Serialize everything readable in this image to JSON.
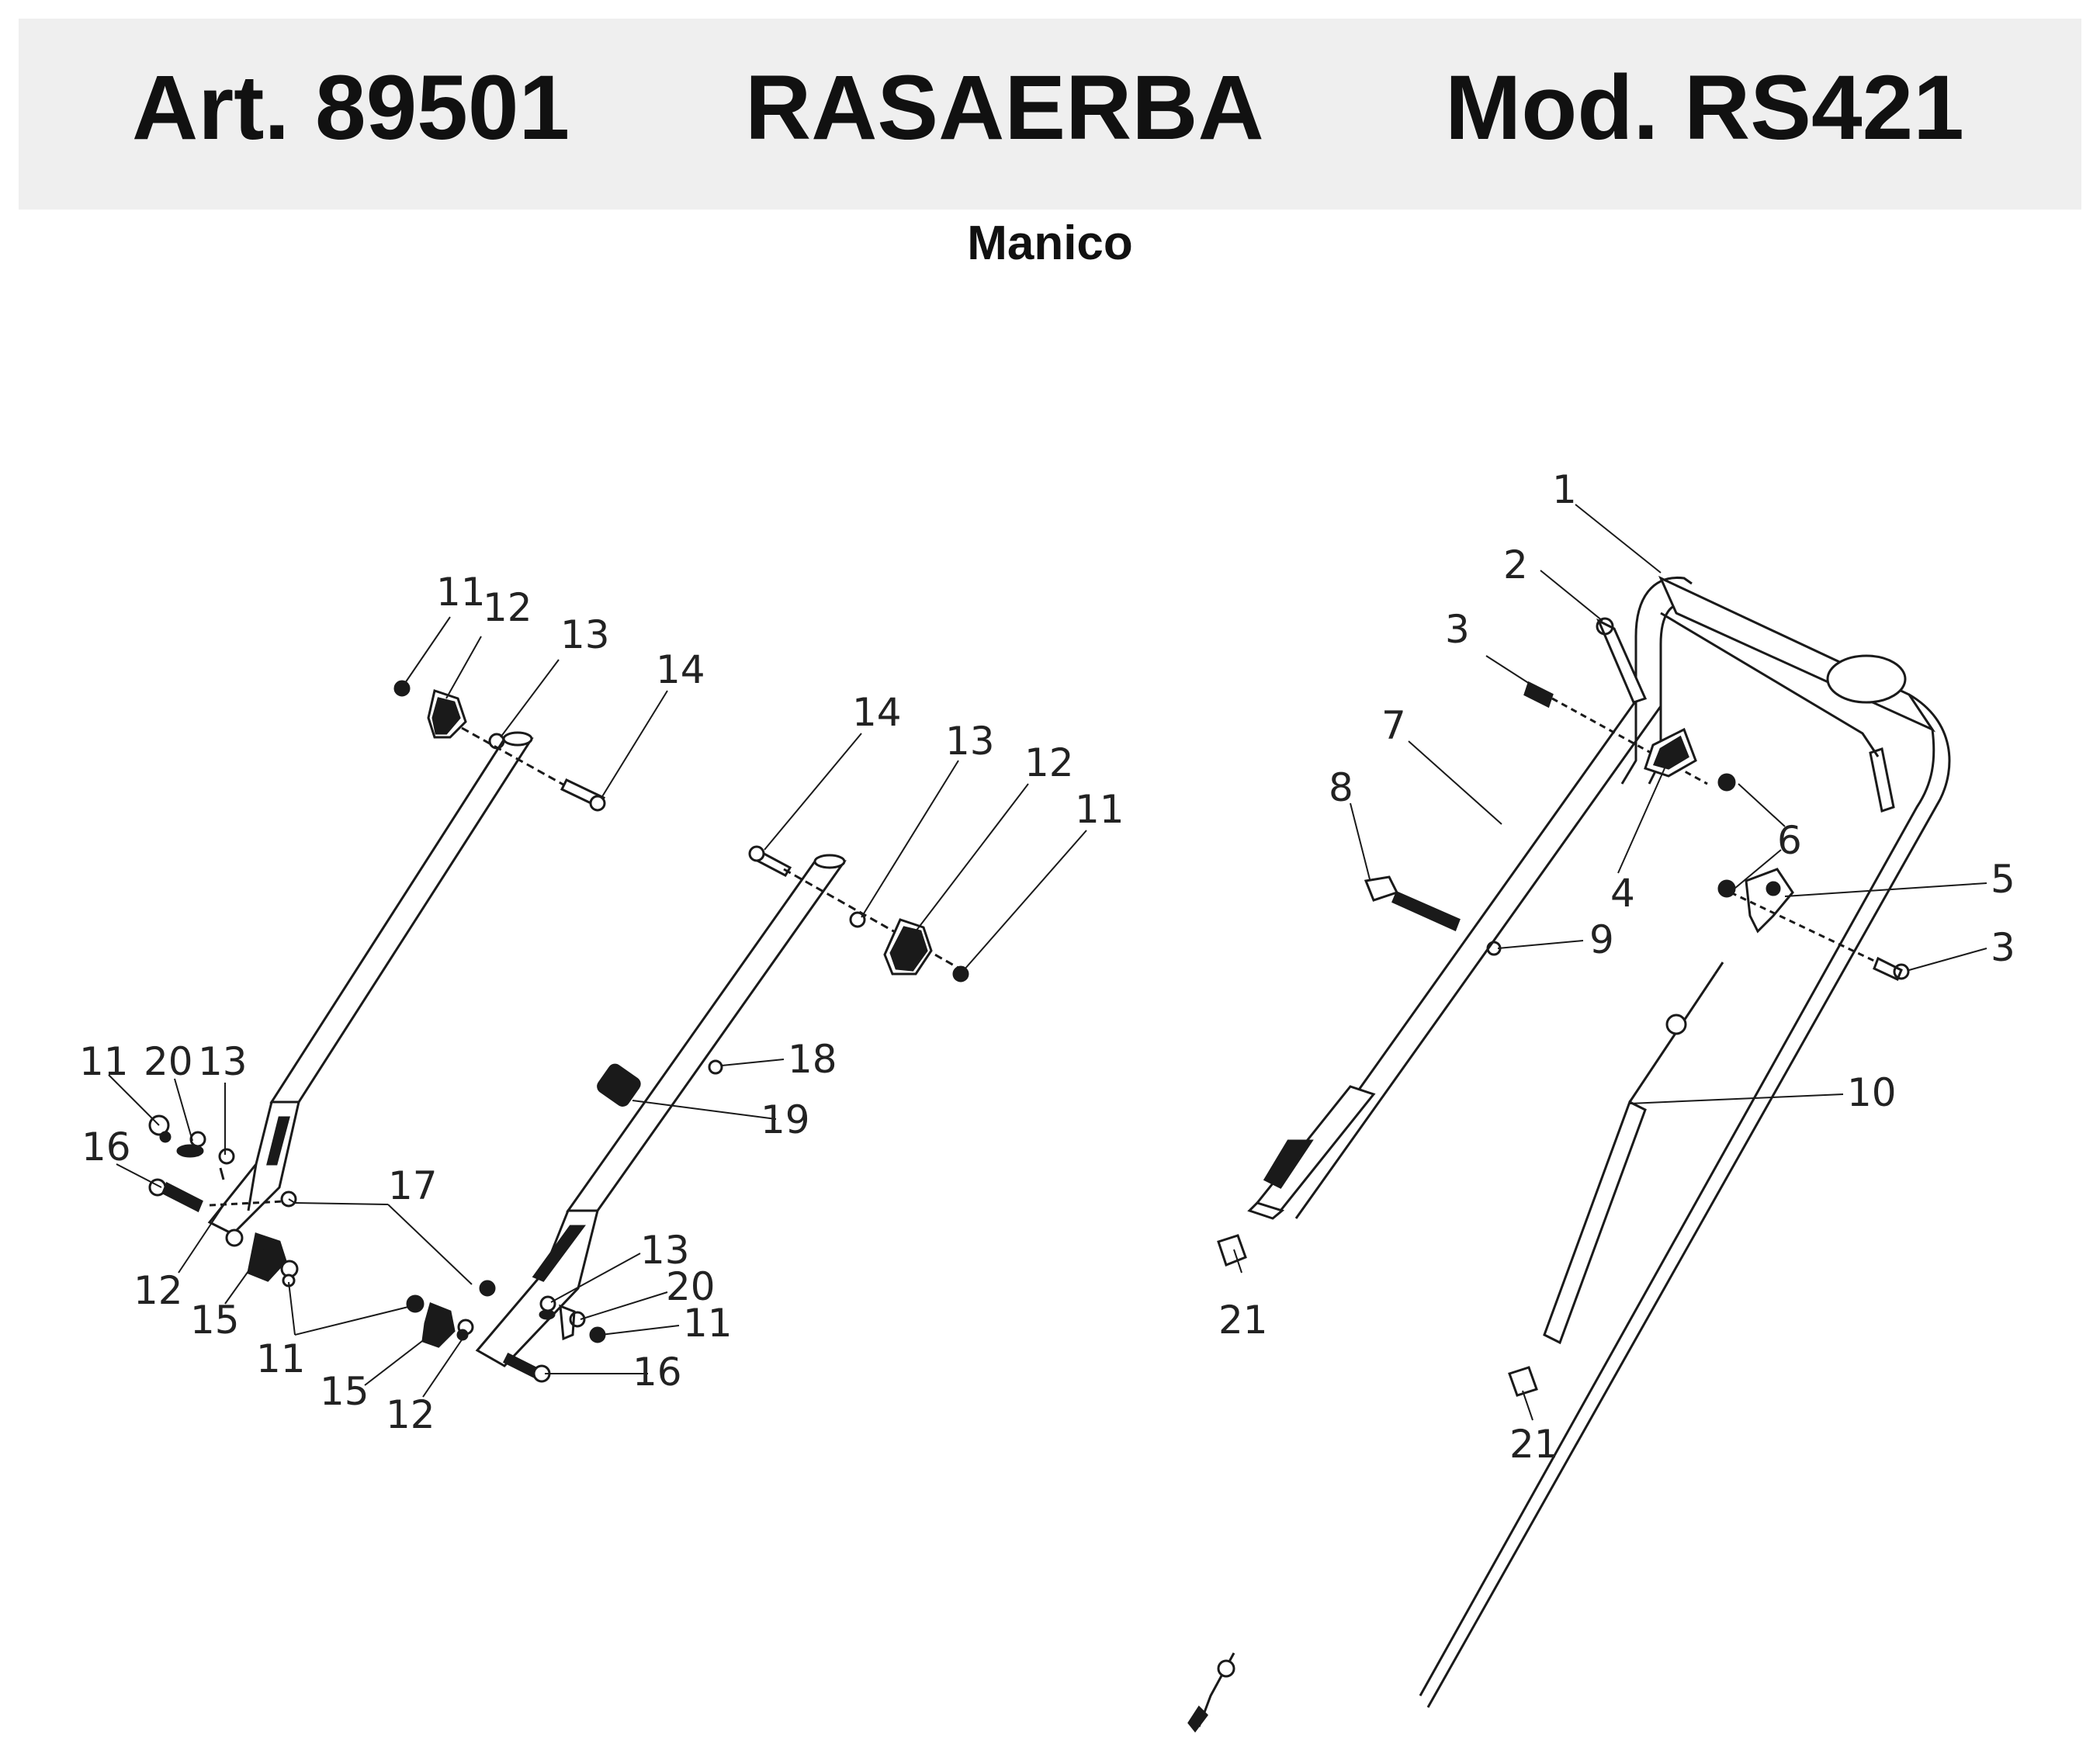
{
  "header": {
    "article": "Art. 89501",
    "product": "RASAERBA",
    "model": "Mod. RS421"
  },
  "subtitle": "Manico",
  "part_labels": {
    "l11a": "11",
    "l12a": "12",
    "l13a": "13",
    "l14a": "14",
    "l14b": "14",
    "l13b": "13",
    "l12b": "12",
    "l11b": "11",
    "l11c": "11",
    "l20a": "20",
    "l13c": "13",
    "l16a": "16",
    "l17": "17",
    "l12c": "12",
    "l15a": "15",
    "l11d": "11",
    "l15b": "15",
    "l12d": "12",
    "l13d": "13",
    "l20b": "20",
    "l11e": "11",
    "l16b": "16",
    "l18": "18",
    "l19": "19",
    "r1": "1",
    "r2": "2",
    "r3a": "3",
    "r7": "7",
    "r8": "8",
    "r4": "4",
    "r6": "6",
    "r5": "5",
    "r3b": "3",
    "r9": "9",
    "r10": "10",
    "r21a": "21",
    "r21b": "21"
  },
  "colors": {
    "line": "#1a1a1a",
    "header_bg": "#efefef"
  }
}
